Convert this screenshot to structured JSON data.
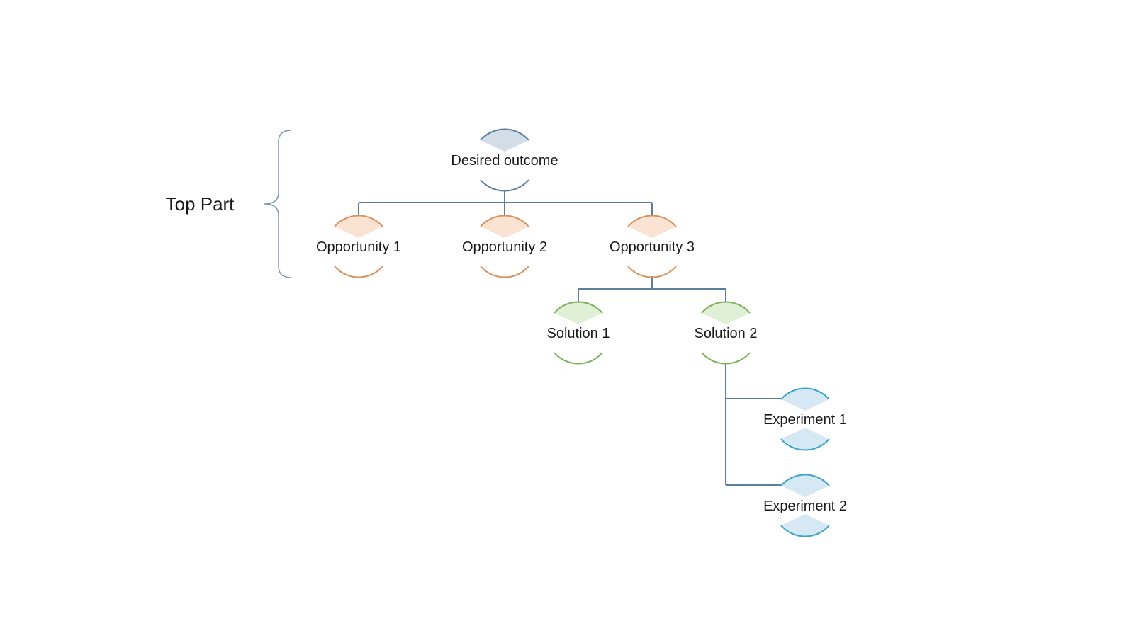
{
  "brace": {
    "label": "Top Part"
  },
  "nodes": [
    {
      "id": "desired-outcome",
      "label": "Desired outcome",
      "category": "outcome"
    },
    {
      "id": "opportunity-1",
      "label": "Opportunity 1",
      "category": "opportunity"
    },
    {
      "id": "opportunity-2",
      "label": "Opportunity 2",
      "category": "opportunity"
    },
    {
      "id": "opportunity-3",
      "label": "Opportunity 3",
      "category": "opportunity"
    },
    {
      "id": "solution-1",
      "label": "Solution 1",
      "category": "solution"
    },
    {
      "id": "solution-2",
      "label": "Solution 2",
      "category": "solution"
    },
    {
      "id": "experiment-1",
      "label": "Experiment 1",
      "category": "experiment"
    },
    {
      "id": "experiment-2",
      "label": "Experiment 2",
      "category": "experiment"
    }
  ],
  "edges": [
    {
      "from": "desired-outcome",
      "to": "opportunity-1"
    },
    {
      "from": "desired-outcome",
      "to": "opportunity-2"
    },
    {
      "from": "desired-outcome",
      "to": "opportunity-3"
    },
    {
      "from": "opportunity-3",
      "to": "solution-1"
    },
    {
      "from": "opportunity-3",
      "to": "solution-2"
    },
    {
      "from": "solution-2",
      "to": "experiment-1"
    },
    {
      "from": "solution-2",
      "to": "experiment-2"
    }
  ],
  "colors": {
    "connector": "#5b7f9a",
    "brace": "#7a97ab",
    "outcome": {
      "stroke": "#5b7f9a",
      "fill": "#d3dde8"
    },
    "opportunity": {
      "stroke": "#d9925e",
      "fill": "#fbe3d3"
    },
    "solution": {
      "stroke": "#7fb15b",
      "fill": "#dff0d6"
    },
    "experiment": {
      "stroke": "#3aa6c8",
      "fill": "#d6e8f4"
    }
  }
}
